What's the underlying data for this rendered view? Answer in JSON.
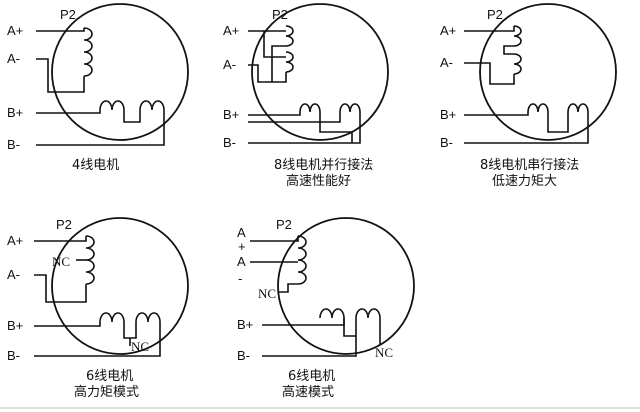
{
  "panels": [
    {
      "id": "p1",
      "p2": "P2",
      "terminals": [
        "A+",
        "A-",
        "B+",
        "B-"
      ],
      "caption": [
        "4线电机"
      ]
    },
    {
      "id": "p2",
      "p2": "P2",
      "terminals": [
        "A+",
        "A-",
        "B+",
        "B-"
      ],
      "caption": [
        "8线电机并行接法",
        "高速性能好"
      ]
    },
    {
      "id": "p3",
      "p2": "P2",
      "terminals": [
        "A+",
        "A-",
        "B+",
        "B-"
      ],
      "caption": [
        "8线电机串行接法",
        "低速力矩大"
      ]
    },
    {
      "id": "p4",
      "p2": "P2",
      "terminals": [
        "A+",
        "A-",
        "B+",
        "B-"
      ],
      "nc": [
        "NC",
        "NC"
      ],
      "caption": [
        "6线电机",
        "高力矩模式"
      ]
    },
    {
      "id": "p5",
      "p2": "P2",
      "terminals": [
        "A",
        "+",
        "A",
        "-",
        "B+",
        "B-"
      ],
      "nc": [
        "NC",
        "NC"
      ],
      "caption": [
        "6线电机",
        "高速模式"
      ]
    }
  ]
}
